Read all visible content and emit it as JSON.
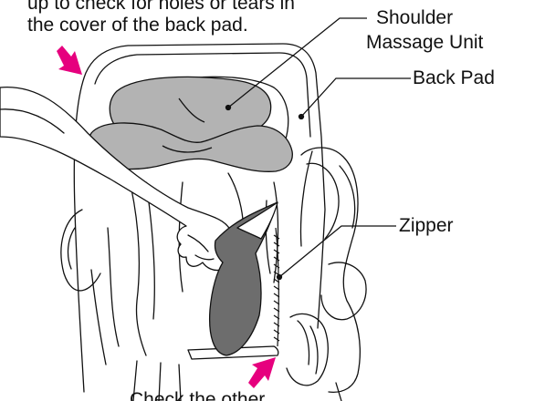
{
  "caption": {
    "line1": "up to check for holes or tears in",
    "line2": "the cover of the back pad.",
    "bottom_partial": "Check the other"
  },
  "labels": {
    "shoulder_line1": "Shoulder",
    "shoulder_line2": "Massage Unit",
    "back_pad": "Back Pad",
    "zipper": "Zipper"
  },
  "colors": {
    "arrow": "#e6007e",
    "pad_fill": "#b3b3b3",
    "inner_fill": "#6d6d6d",
    "line": "#111111"
  }
}
